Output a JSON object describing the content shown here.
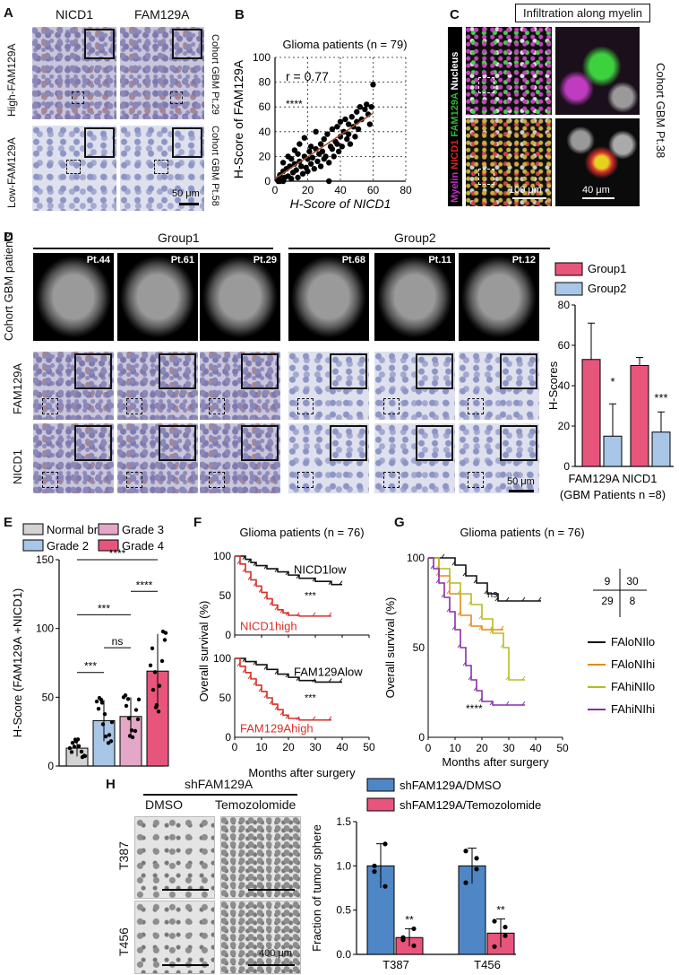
{
  "panelA": {
    "letter": "A",
    "col1": "NICD1",
    "col2": "FAM129A",
    "row1": "High-FAM129A",
    "row2": "Low-FAM129A",
    "side1": "Cohort GBM Pt.29",
    "side2": "Cohort GBM Pt.58",
    "scale": "50 μm"
  },
  "panelB": {
    "letter": "B",
    "title": "Glioma patients (n = 79)",
    "r": "r = 0.77",
    "sig": "****",
    "xlabel": "H-Score of NICD1",
    "ylabel": "H-Score of FAM129A"
  },
  "panelC": {
    "letter": "C",
    "title": "Infiltration along myelin",
    "channels": [
      "Myelin",
      "NICD1",
      "FAM129A",
      "Nucleus"
    ],
    "colors": [
      "#c42fc4",
      "#e02020",
      "#2fb82f",
      "#111111"
    ],
    "side": "Cohort GBM Pt.38",
    "scale1": "100 μm",
    "scale2": "40 μm"
  },
  "panelD": {
    "letter": "D",
    "group1": "Group1",
    "group2": "Group2",
    "rowlabel": "Cohort GBM patients",
    "patients": [
      "Pt.44",
      "Pt.61",
      "Pt.29",
      "Pt.68",
      "Pt.11",
      "Pt.12"
    ],
    "row2": "FAM129A",
    "row3": "NICD1",
    "scale": "50 μm",
    "legend": [
      "Group1",
      "Group2"
    ],
    "ylabel": "H-Scores",
    "xtext": "FAM129A  NICD1",
    "xsub": "(GBM Patients n =8)",
    "sig1": "*",
    "sig2": "***"
  },
  "panelE": {
    "letter": "E",
    "legend": [
      "Normal brain",
      "Grade 2",
      "Grade 3",
      "Grade 4"
    ],
    "ylabel": "H-Score (FAM129A +NICD1)",
    "sigs": [
      "****",
      "****",
      "***",
      "ns",
      "***"
    ]
  },
  "panelF": {
    "letter": "F",
    "title": "Glioma patients (n = 76)",
    "ylabel": "Overall survival (%)",
    "xlabel": "Months after surgery",
    "top_low": "NICD1low",
    "top_high": "NICD1high",
    "bot_low": "FAM129Alow",
    "bot_high": "FAM129Ahigh",
    "sig": "***"
  },
  "panelG": {
    "letter": "G",
    "title": "Glioma patients (n = 76)",
    "ylabel": "Overall survival (%)",
    "xlabel": "Months after surgery",
    "counts": [
      "9",
      "30",
      "29",
      "8"
    ],
    "legend": [
      "FAloNIlo",
      "FAloNIhi",
      "FAhiNIlo",
      "FAhiNIhi"
    ],
    "ns": "ns",
    "sig": "****"
  },
  "panelH": {
    "letter": "H",
    "header": "shFAM129A",
    "col1": "DMSO",
    "col2": "Temozolomide",
    "row1": "T387",
    "row2": "T456",
    "scale": "400 μm",
    "legend": [
      "shFAM129A/DMSO",
      "shFAM129A/Temozolomide"
    ],
    "ylabel": "Fraction of tumor sphere",
    "sig": "**"
  },
  "chart_data": [
    {
      "id": "B",
      "type": "scatter",
      "title": "Glioma patients (n = 79)",
      "xlabel": "H-Score of NICD1",
      "ylabel": "H-Score of FAM129A",
      "xlim": [
        0,
        80
      ],
      "ylim": [
        0,
        100
      ],
      "xticks": [
        0,
        20,
        40,
        60,
        80
      ],
      "yticks": [
        0,
        20,
        40,
        60,
        80,
        100
      ],
      "x": [
        2,
        3,
        4,
        5,
        5,
        6,
        7,
        8,
        8,
        9,
        10,
        10,
        11,
        12,
        12,
        13,
        14,
        14,
        15,
        15,
        16,
        17,
        18,
        18,
        19,
        20,
        20,
        21,
        22,
        22,
        23,
        24,
        25,
        25,
        26,
        27,
        28,
        28,
        29,
        30,
        30,
        31,
        32,
        33,
        34,
        35,
        35,
        36,
        37,
        38,
        38,
        39,
        40,
        40,
        41,
        42,
        43,
        44,
        45,
        45,
        46,
        47,
        48,
        49,
        50,
        50,
        51,
        52,
        53,
        55,
        56,
        57,
        58,
        59,
        60,
        2,
        3,
        5,
        33
      ],
      "y": [
        2,
        5,
        1,
        8,
        15,
        3,
        10,
        4,
        20,
        12,
        2,
        18,
        7,
        25,
        14,
        9,
        22,
        3,
        16,
        30,
        12,
        6,
        20,
        35,
        11,
        18,
        8,
        24,
        14,
        28,
        19,
        10,
        26,
        40,
        16,
        22,
        30,
        12,
        24,
        18,
        34,
        20,
        38,
        15,
        28,
        26,
        42,
        20,
        32,
        44,
        30,
        24,
        36,
        48,
        28,
        40,
        50,
        34,
        46,
        38,
        30,
        52,
        44,
        36,
        56,
        48,
        42,
        60,
        50,
        58,
        62,
        54,
        46,
        60,
        78,
        0,
        0,
        0,
        0
      ]
    },
    {
      "id": "D",
      "type": "bar",
      "categories": [
        "FAM129A",
        "NICD1"
      ],
      "series": [
        {
          "name": "Group1",
          "values": [
            53,
            50
          ],
          "err": [
            18,
            4
          ]
        },
        {
          "name": "Group2",
          "values": [
            15,
            17
          ],
          "err": [
            16,
            10
          ]
        }
      ],
      "ylabel": "H-Scores",
      "ylim": [
        0,
        80
      ],
      "yticks": [
        0,
        20,
        40,
        60,
        80
      ]
    },
    {
      "id": "E",
      "type": "bar",
      "categories": [
        "Normal brain",
        "Grade 2",
        "Grade 3",
        "Grade 4"
      ],
      "values": [
        13,
        33,
        36,
        69
      ],
      "err": [
        6,
        15,
        14,
        27
      ],
      "ylabel": "H-Score (FAM129A +NICD1)",
      "ylim": [
        0,
        150
      ],
      "yticks": [
        0,
        50,
        100,
        150
      ]
    },
    {
      "id": "F-top",
      "type": "line",
      "xlabel": "Months after surgery",
      "ylabel": "Overall survival (%)",
      "xlim": [
        0,
        50
      ],
      "ylim": [
        0,
        100
      ],
      "series": [
        {
          "name": "NICD1low",
          "x": [
            0,
            4,
            6,
            8,
            12,
            16,
            20,
            24,
            30,
            36,
            40
          ],
          "y": [
            100,
            96,
            92,
            88,
            84,
            80,
            76,
            72,
            68,
            64,
            64
          ]
        },
        {
          "name": "NICD1high",
          "x": [
            0,
            2,
            4,
            6,
            8,
            10,
            12,
            14,
            16,
            18,
            20,
            24,
            30,
            36
          ],
          "y": [
            100,
            90,
            80,
            70,
            62,
            54,
            46,
            38,
            32,
            28,
            25,
            24,
            24,
            24
          ]
        }
      ]
    },
    {
      "id": "F-bottom",
      "type": "line",
      "xlabel": "Months after surgery",
      "ylabel": "Overall survival (%)",
      "xlim": [
        0,
        50
      ],
      "ylim": [
        0,
        100
      ],
      "series": [
        {
          "name": "FAM129Alow",
          "x": [
            0,
            4,
            8,
            12,
            16,
            20,
            24,
            30,
            36,
            40
          ],
          "y": [
            100,
            96,
            92,
            86,
            80,
            76,
            72,
            70,
            70,
            70
          ]
        },
        {
          "name": "FAM129Ahigh",
          "x": [
            0,
            2,
            4,
            6,
            8,
            10,
            12,
            14,
            16,
            18,
            20,
            24,
            30,
            36
          ],
          "y": [
            100,
            90,
            82,
            74,
            66,
            58,
            50,
            42,
            35,
            28,
            24,
            22,
            22,
            22
          ]
        }
      ]
    },
    {
      "id": "G",
      "type": "line",
      "xlabel": "Months after surgery",
      "ylabel": "Overall survival (%)",
      "xlim": [
        0,
        50
      ],
      "ylim": [
        0,
        100
      ],
      "series": [
        {
          "name": "FAloNIlo",
          "color": "#111111",
          "x": [
            0,
            6,
            10,
            14,
            18,
            22,
            26,
            30,
            36,
            42
          ],
          "y": [
            100,
            100,
            96,
            90,
            86,
            80,
            76,
            76,
            76,
            76
          ]
        },
        {
          "name": "FAloNIhi",
          "color": "#e8891a",
          "x": [
            0,
            4,
            8,
            12,
            16,
            20,
            24,
            28
          ],
          "y": [
            100,
            90,
            80,
            68,
            62,
            60,
            60,
            60
          ]
        },
        {
          "name": "FAhiNIlo",
          "color": "#b8bb20",
          "x": [
            0,
            4,
            8,
            12,
            16,
            20,
            24,
            28,
            30,
            36
          ],
          "y": [
            100,
            94,
            86,
            80,
            74,
            66,
            58,
            50,
            32,
            32
          ]
        },
        {
          "name": "FAhiNIhi",
          "color": "#8a2ea8",
          "x": [
            0,
            2,
            4,
            6,
            8,
            10,
            12,
            14,
            16,
            18,
            20,
            24,
            30,
            36
          ],
          "y": [
            100,
            94,
            86,
            78,
            70,
            60,
            50,
            40,
            32,
            26,
            20,
            18,
            18,
            18
          ]
        }
      ]
    },
    {
      "id": "H",
      "type": "bar",
      "categories": [
        "T387",
        "T456"
      ],
      "series": [
        {
          "name": "shFAM129A/DMSO",
          "values": [
            1.0,
            1.0
          ],
          "err": [
            0.25,
            0.2
          ]
        },
        {
          "name": "shFAM129A/Temozolomide",
          "values": [
            0.19,
            0.24
          ],
          "err": [
            0.1,
            0.16
          ]
        }
      ],
      "ylabel": "Fraction of tumor sphere",
      "ylim": [
        0,
        1.5
      ],
      "yticks": [
        0.0,
        0.5,
        1.0,
        1.5
      ]
    }
  ]
}
